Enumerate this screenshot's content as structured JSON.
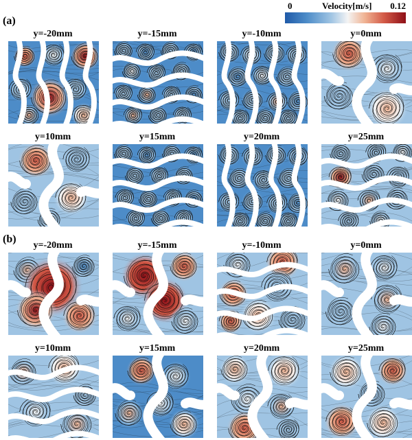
{
  "colorbar": {
    "min_label": "0",
    "title": "Velocity[m/s]",
    "max_label": "0.12",
    "colors": [
      "#1f5aa8",
      "#4d8cc8",
      "#9fc4e3",
      "#f4f4f4",
      "#f0b393",
      "#d35a47",
      "#8e0f17"
    ]
  },
  "sections": [
    {
      "label": "(a)",
      "panels": [
        {
          "title": "y=-20mm"
        },
        {
          "title": "y=-15mm"
        },
        {
          "title": "y=-10mm"
        },
        {
          "title": "y=0mm"
        },
        {
          "title": "y=10mm"
        },
        {
          "title": "y=15mm"
        },
        {
          "title": "y=20mm"
        },
        {
          "title": "y=25mm"
        }
      ]
    },
    {
      "label": "(b)",
      "panels": [
        {
          "title": "y=-20mm"
        },
        {
          "title": "y=-15mm"
        },
        {
          "title": "y=-10mm"
        },
        {
          "title": "y=0mm"
        },
        {
          "title": "y=10mm"
        },
        {
          "title": "y=15mm"
        },
        {
          "title": "y=20mm"
        },
        {
          "title": "y=25mm"
        }
      ]
    }
  ]
}
